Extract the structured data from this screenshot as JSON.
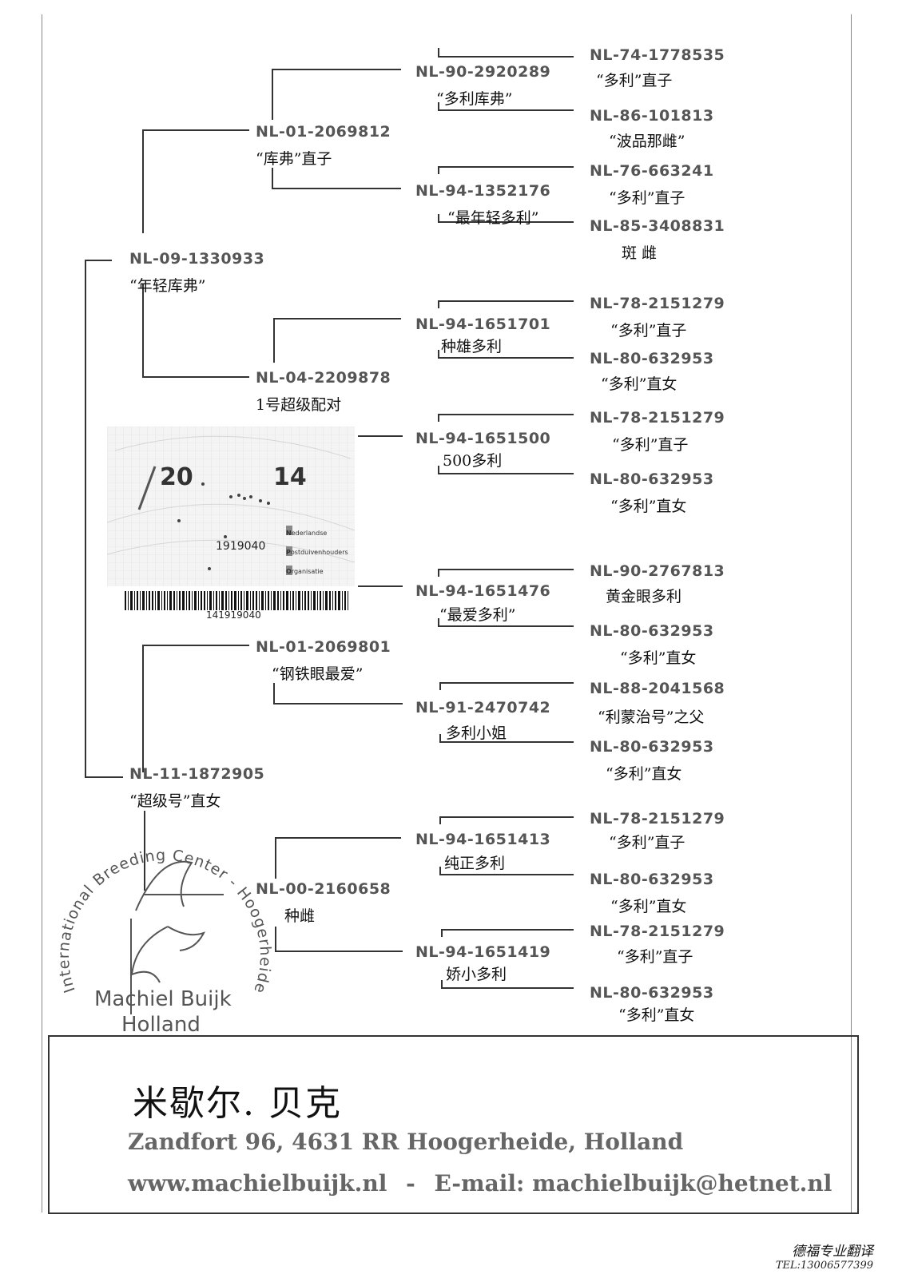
{
  "pedigree": {
    "subject": {
      "ring": "NL-09-1330933",
      "name": "“年轻库弗”"
    },
    "sire": {
      "ring": "NL-01-2069812",
      "name": "“库弗”直子"
    },
    "dam_sire": {
      "ring": "NL-04-2209878",
      "name": "1号超级配对"
    },
    "mother": {
      "ring": "NL-11-1872905",
      "name": "“超级号”直女"
    },
    "mother_sire": {
      "ring": "NL-01-2069801",
      "name": "“钢铁眼最爱”"
    },
    "mother_dam": {
      "ring": "NL-00-2160658",
      "name": "种雌"
    },
    "gen3": [
      {
        "ring": "NL-90-2920289",
        "name": "“多利库弗”"
      },
      {
        "ring": "NL-94-1352176",
        "name": "“最年轻多利”"
      },
      {
        "ring": "NL-94-1651701",
        "name": "种雄多利"
      },
      {
        "ring": "NL-94-1651500",
        "name": "500多利"
      },
      {
        "ring": "NL-94-1651476",
        "name": "“最爱多利”"
      },
      {
        "ring": "NL-91-2470742",
        "name": "多利小姐"
      },
      {
        "ring": "NL-94-1651413",
        "name": "纯正多利"
      },
      {
        "ring": "NL-94-1651419",
        "name": "娇小多利"
      }
    ],
    "gen4": [
      {
        "ring": "NL-74-1778535",
        "name": "“多利”直子"
      },
      {
        "ring": "NL-86-101813",
        "name": "“波品那雌”"
      },
      {
        "ring": "NL-76-663241",
        "name": "“多利”直子"
      },
      {
        "ring": "NL-85-3408831",
        "name": "斑 雌"
      },
      {
        "ring": "NL-78-2151279",
        "name": "“多利”直子"
      },
      {
        "ring": "NL-80-632953",
        "name": "“多利”直女"
      },
      {
        "ring": "NL-78-2151279",
        "name": "“多利”直子"
      },
      {
        "ring": "NL-80-632953",
        "name": "“多利”直女"
      },
      {
        "ring": "NL-90-2767813",
        "name": "黄金眼多利"
      },
      {
        "ring": "NL-80-632953",
        "name": "“多利”直女"
      },
      {
        "ring": "NL-88-2041568",
        "name": "“利蒙治号”之父"
      },
      {
        "ring": "NL-80-632953",
        "name": "“多利”直女"
      },
      {
        "ring": "NL-78-2151279",
        "name": "“多利”直子"
      },
      {
        "ring": "NL-80-632953",
        "name": "“多利”直女"
      },
      {
        "ring": "NL-78-2151279",
        "name": "“多利”直子"
      },
      {
        "ring": "NL-80-632953",
        "name": "“多利”直女"
      }
    ]
  },
  "card": {
    "year_left": "20",
    "year_right": "14",
    "card_number": "1919040",
    "barcode_number": "141919040",
    "org_line1": "ederlandse",
    "org_line2": "ostduivenhouders",
    "org_line3": "rganisatie",
    "org_n": "N",
    "org_p": "P",
    "org_o": "O"
  },
  "stamp": {
    "top_text": "International Breeding Center - Hoogerheide - Holland",
    "name": "Machiel Buijk",
    "place": "Holland"
  },
  "breeder": {
    "name": "米歇尔. 贝克",
    "address": "Zandfort 96, 4631 RR Hoogerheide, Holland",
    "website": "www.machielbuijk.nl",
    "dash": "-",
    "email": "E-mail: machielbuijk@hetnet.nl"
  },
  "footer": {
    "translator": "德福专业翻译",
    "tel": "TEL:13006577399"
  }
}
